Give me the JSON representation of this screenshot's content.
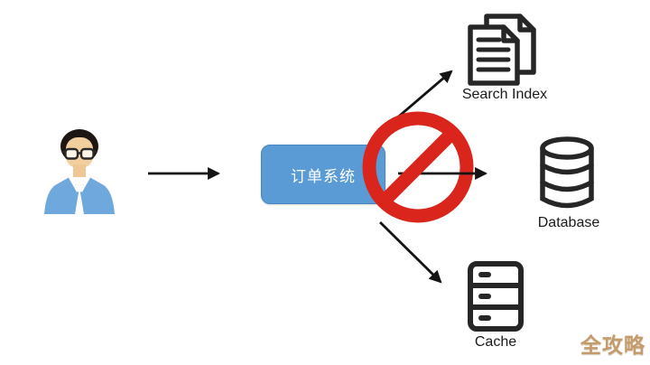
{
  "diagram": {
    "colors": {
      "box_blue": "#5b9bd5",
      "prohibition_red": "#da251c",
      "icon_stroke": "#262626",
      "arrow_black": "#141414",
      "watermark_gold": "#c49c6c",
      "jacket_blue": "#6fa8dc",
      "skin": "#f2cf9f"
    },
    "actor": {
      "icon": "person-icon"
    },
    "order_system": {
      "label": "订单系统"
    },
    "prohibition": {
      "icon": "no-entry-icon"
    },
    "targets": [
      {
        "icon": "documents-icon",
        "label": "Search Index"
      },
      {
        "icon": "database-icon",
        "label": "Database"
      },
      {
        "icon": "server-rack-icon",
        "label": "Cache"
      }
    ],
    "watermark": {
      "text": "全攻略"
    }
  }
}
